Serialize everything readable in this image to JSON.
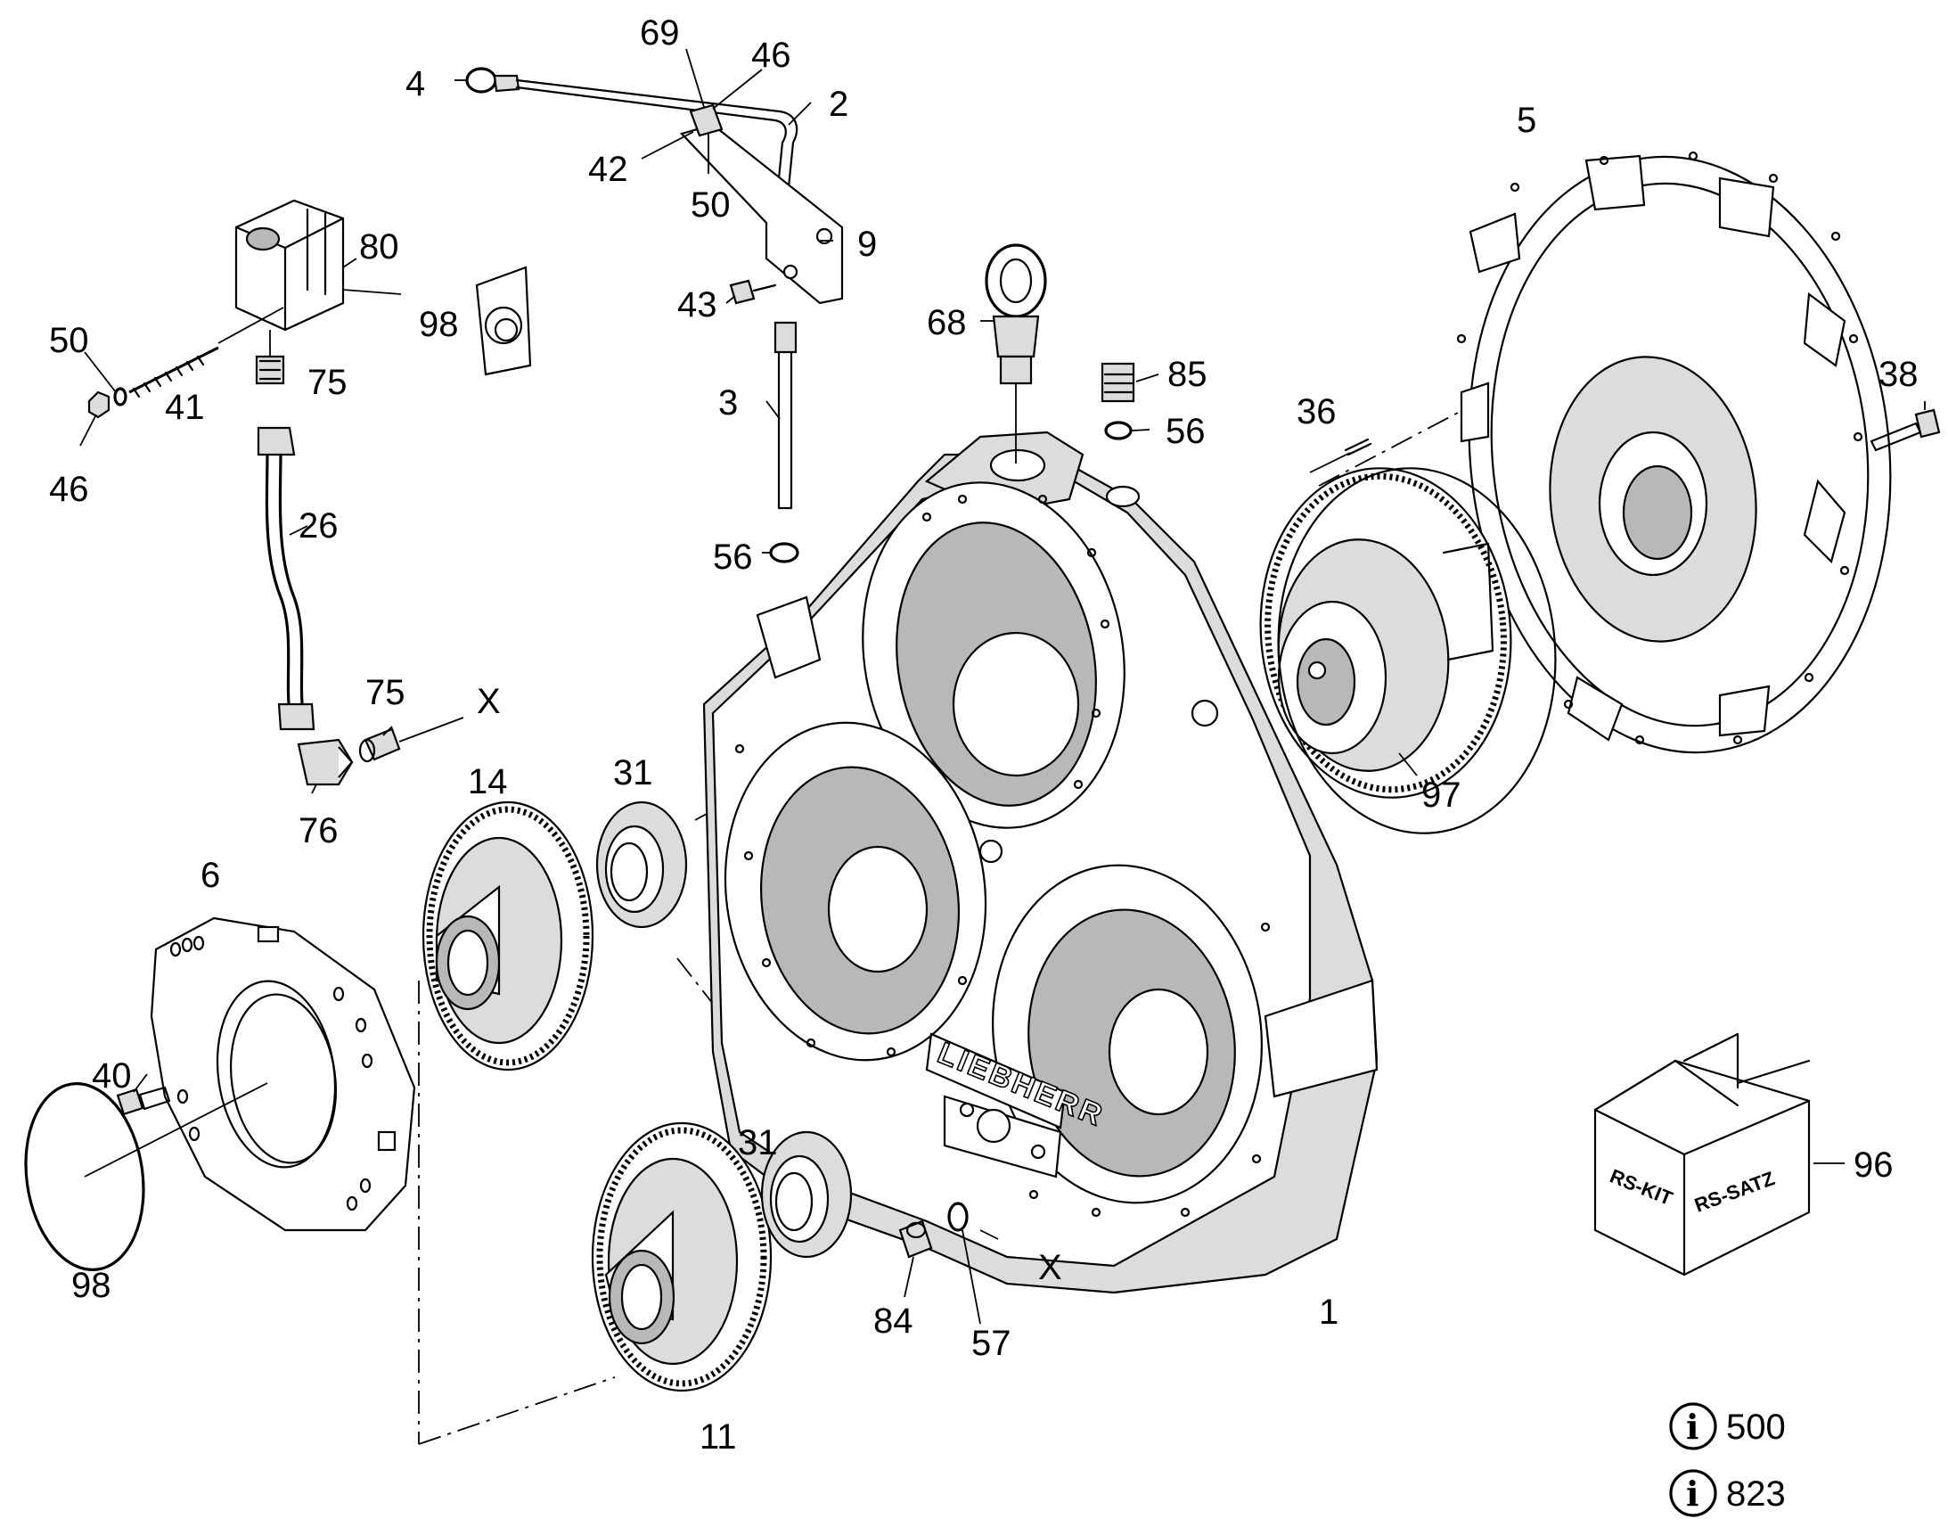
{
  "callouts": {
    "c1": "1",
    "c2": "2",
    "c3": "3",
    "c4": "4",
    "c5": "5",
    "c6": "6",
    "c9": "9",
    "c11": "11",
    "c14": "14",
    "c26": "26",
    "c31a": "31",
    "c31b": "31",
    "c36": "36",
    "c38": "38",
    "c40": "40",
    "c41": "41",
    "c42": "42",
    "c43": "43",
    "c46a": "46",
    "c46b": "46",
    "c50a": "50",
    "c50b": "50",
    "c56a": "56",
    "c56b": "56",
    "c57": "57",
    "c68": "68",
    "c69": "69",
    "c75a": "75",
    "c75b": "75",
    "c76": "76",
    "c80": "80",
    "c84": "84",
    "c85": "85",
    "c96": "96",
    "c97": "97",
    "c98a": "98",
    "c98b": "98",
    "cXa": "X",
    "cXb": "X"
  },
  "housing_brand": "LIEBHERR",
  "kit_box": {
    "side_label": "RS-KIT",
    "front_label": "RS-SATZ"
  },
  "info_refs": [
    {
      "icon": "info-icon",
      "value": "500"
    },
    {
      "icon": "info-icon",
      "value": "823"
    }
  ]
}
